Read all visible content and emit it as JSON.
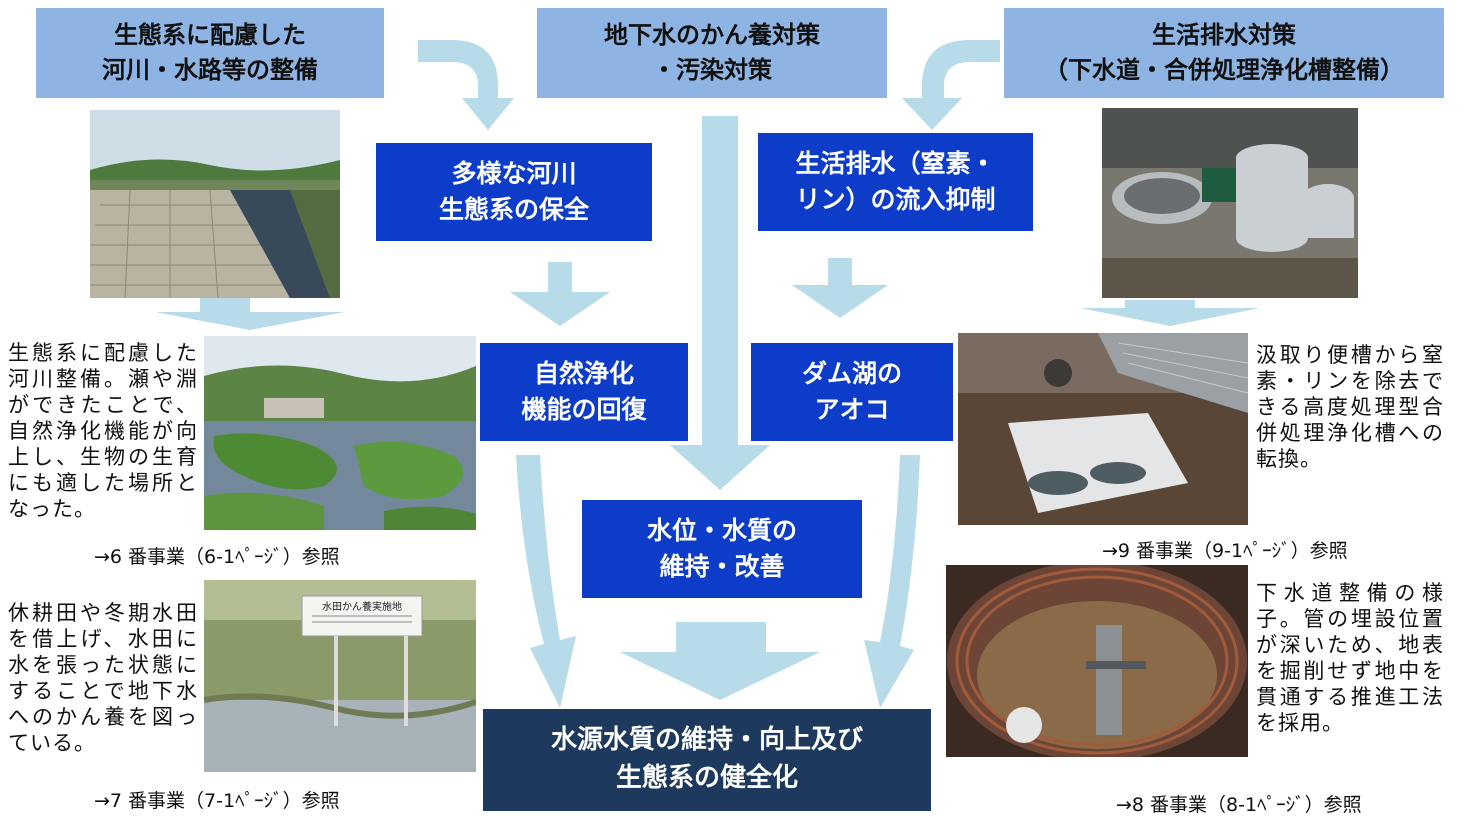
{
  "boxes": {
    "eco_river_maintenance": [
      "生態系に配慮した",
      "河川・水路等の整備"
    ],
    "groundwater": [
      "地下水のかん養対策",
      "・汚染対策"
    ],
    "domestic_wastewater": [
      "生活排水対策",
      "（下水道・合併処理浄化槽整備）"
    ],
    "river_ecosystem": [
      "多様な河川",
      "生態系の保全"
    ],
    "nutrient_inflow": [
      "生活排水（窒素・",
      "リン）の流入抑制"
    ],
    "natural_purification": [
      "自然浄化",
      "機能の回復"
    ],
    "dam_lake": [
      "ダム湖の",
      "アオコ"
    ],
    "water_level_quality": [
      "水位・水質の",
      "維持・改善"
    ],
    "final_goal": [
      "水源水質の維持・向上及び",
      "生態系の健全化"
    ]
  },
  "descriptions": {
    "eco_river": "生態系に配慮した河川整備。瀬や淵ができたことで、自然浄化機能が向上し、生物の生育にも適した場所となった。",
    "paddy": "休耕田や冬期水田を借上げ、水田に水を張った状態にすることで地下水へのかん養を図っている。",
    "septic": "汲取り便槽から窒素・リンを除去できる高度処理型合併処理浄化槽への転換。",
    "sewer": "下水道整備の様子。管の埋設位置が深いため、地表を掘削せず地中を貫通する推進工法を採用。"
  },
  "references": {
    "ref6": "→6 番事業（6-1ﾍﾟｰｼﾞ）参照",
    "ref7": "→7 番事業（7-1ﾍﾟｰｼﾞ）参照",
    "ref9": "→9 番事業（9-1ﾍﾟｰｼﾞ）参照",
    "ref8": "→8 番事業（8-1ﾍﾟｰｼﾞ）参照"
  },
  "photo_sign": "水田かん養実施地",
  "colors": {
    "light_box": "#8eb4e3",
    "blue_box": "#0d3cc8",
    "navy_box": "#1d3a5e",
    "arrow": "#b7dbe8"
  }
}
